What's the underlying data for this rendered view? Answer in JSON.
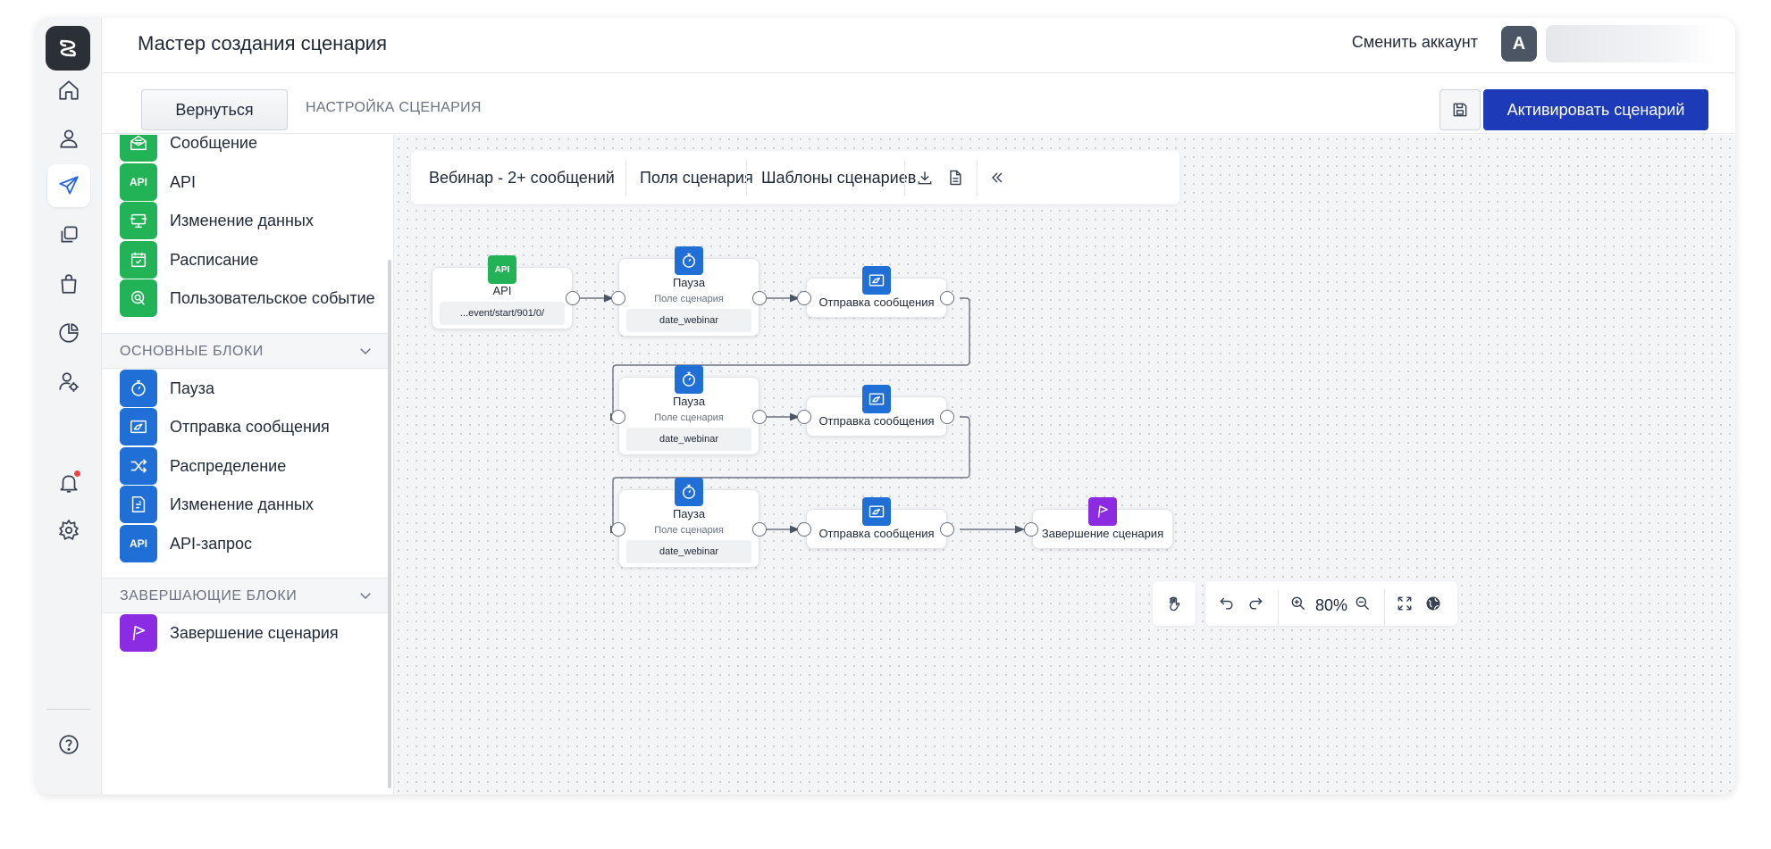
{
  "app": {
    "title": "Мастер создания сценария",
    "switch_account": "Сменить аккаунт",
    "avatar_letter": "A"
  },
  "subbar": {
    "back_label": "Вернуться",
    "breadcrumb": "НАСТРОЙКА СЦЕНАРИЯ",
    "activate_label": "Активировать сценарий"
  },
  "sidebar": {
    "trigger_items": [
      {
        "label": "Сообщение",
        "icon": "envelope-open-icon",
        "color": "#22b357"
      },
      {
        "label": "API",
        "icon": "api-icon",
        "icon_text": "API",
        "color": "#22b357"
      },
      {
        "label": "Изменение данных",
        "icon": "data-change-icon",
        "color": "#22b357"
      },
      {
        "label": "Расписание",
        "icon": "calendar-icon",
        "color": "#22b357"
      },
      {
        "label": "Пользовательское событие",
        "icon": "touch-icon",
        "color": "#22b357"
      }
    ],
    "section_main": "ОСНОВНЫЕ БЛОКИ",
    "main_items": [
      {
        "label": "Пауза",
        "icon": "stopwatch-icon",
        "color": "#1f6fd6"
      },
      {
        "label": "Отправка сообщения",
        "icon": "send-message-icon",
        "color": "#1f6fd6"
      },
      {
        "label": "Распределение",
        "icon": "shuffle-icon",
        "color": "#1f6fd6"
      },
      {
        "label": "Изменение данных",
        "icon": "edit-data-icon",
        "color": "#1f6fd6"
      },
      {
        "label": "API-запрос",
        "icon": "api-icon",
        "icon_text": "API",
        "color": "#1f6fd6"
      }
    ],
    "section_final": "ЗАВЕРШАЮЩИЕ БЛОКИ",
    "final_items": [
      {
        "label": "Завершение сценария",
        "icon": "flag-icon",
        "color": "#8b2be2"
      }
    ]
  },
  "canvas_toolbar": {
    "scenario_name": "Вебинар - 2+ сообщений",
    "fields_label": "Поля сценария",
    "templates_label": "Шаблоны сценариев"
  },
  "nodes": {
    "api": {
      "title": "API",
      "value": "...event/start/901/0/",
      "badge_text": "API"
    },
    "pause1": {
      "title": "Пауза",
      "sub": "Поле сценария",
      "value": "date_webinar"
    },
    "send1": {
      "title": "Отправка сообщения"
    },
    "pause2": {
      "title": "Пауза",
      "sub": "Поле сценария",
      "value": "date_webinar"
    },
    "send2": {
      "title": "Отправка сообщения"
    },
    "pause3": {
      "title": "Пауза",
      "sub": "Поле сценария",
      "value": "date_webinar"
    },
    "send3": {
      "title": "Отправка сообщения"
    },
    "finish": {
      "title": "Завершение сценария"
    }
  },
  "controls": {
    "zoom": "80%"
  },
  "colors": {
    "accent": "#1d3bb8",
    "trigger_green": "#22b357",
    "block_blue": "#1f6fd6",
    "final_purple": "#8b2be2",
    "notification_red": "#ef4444"
  }
}
